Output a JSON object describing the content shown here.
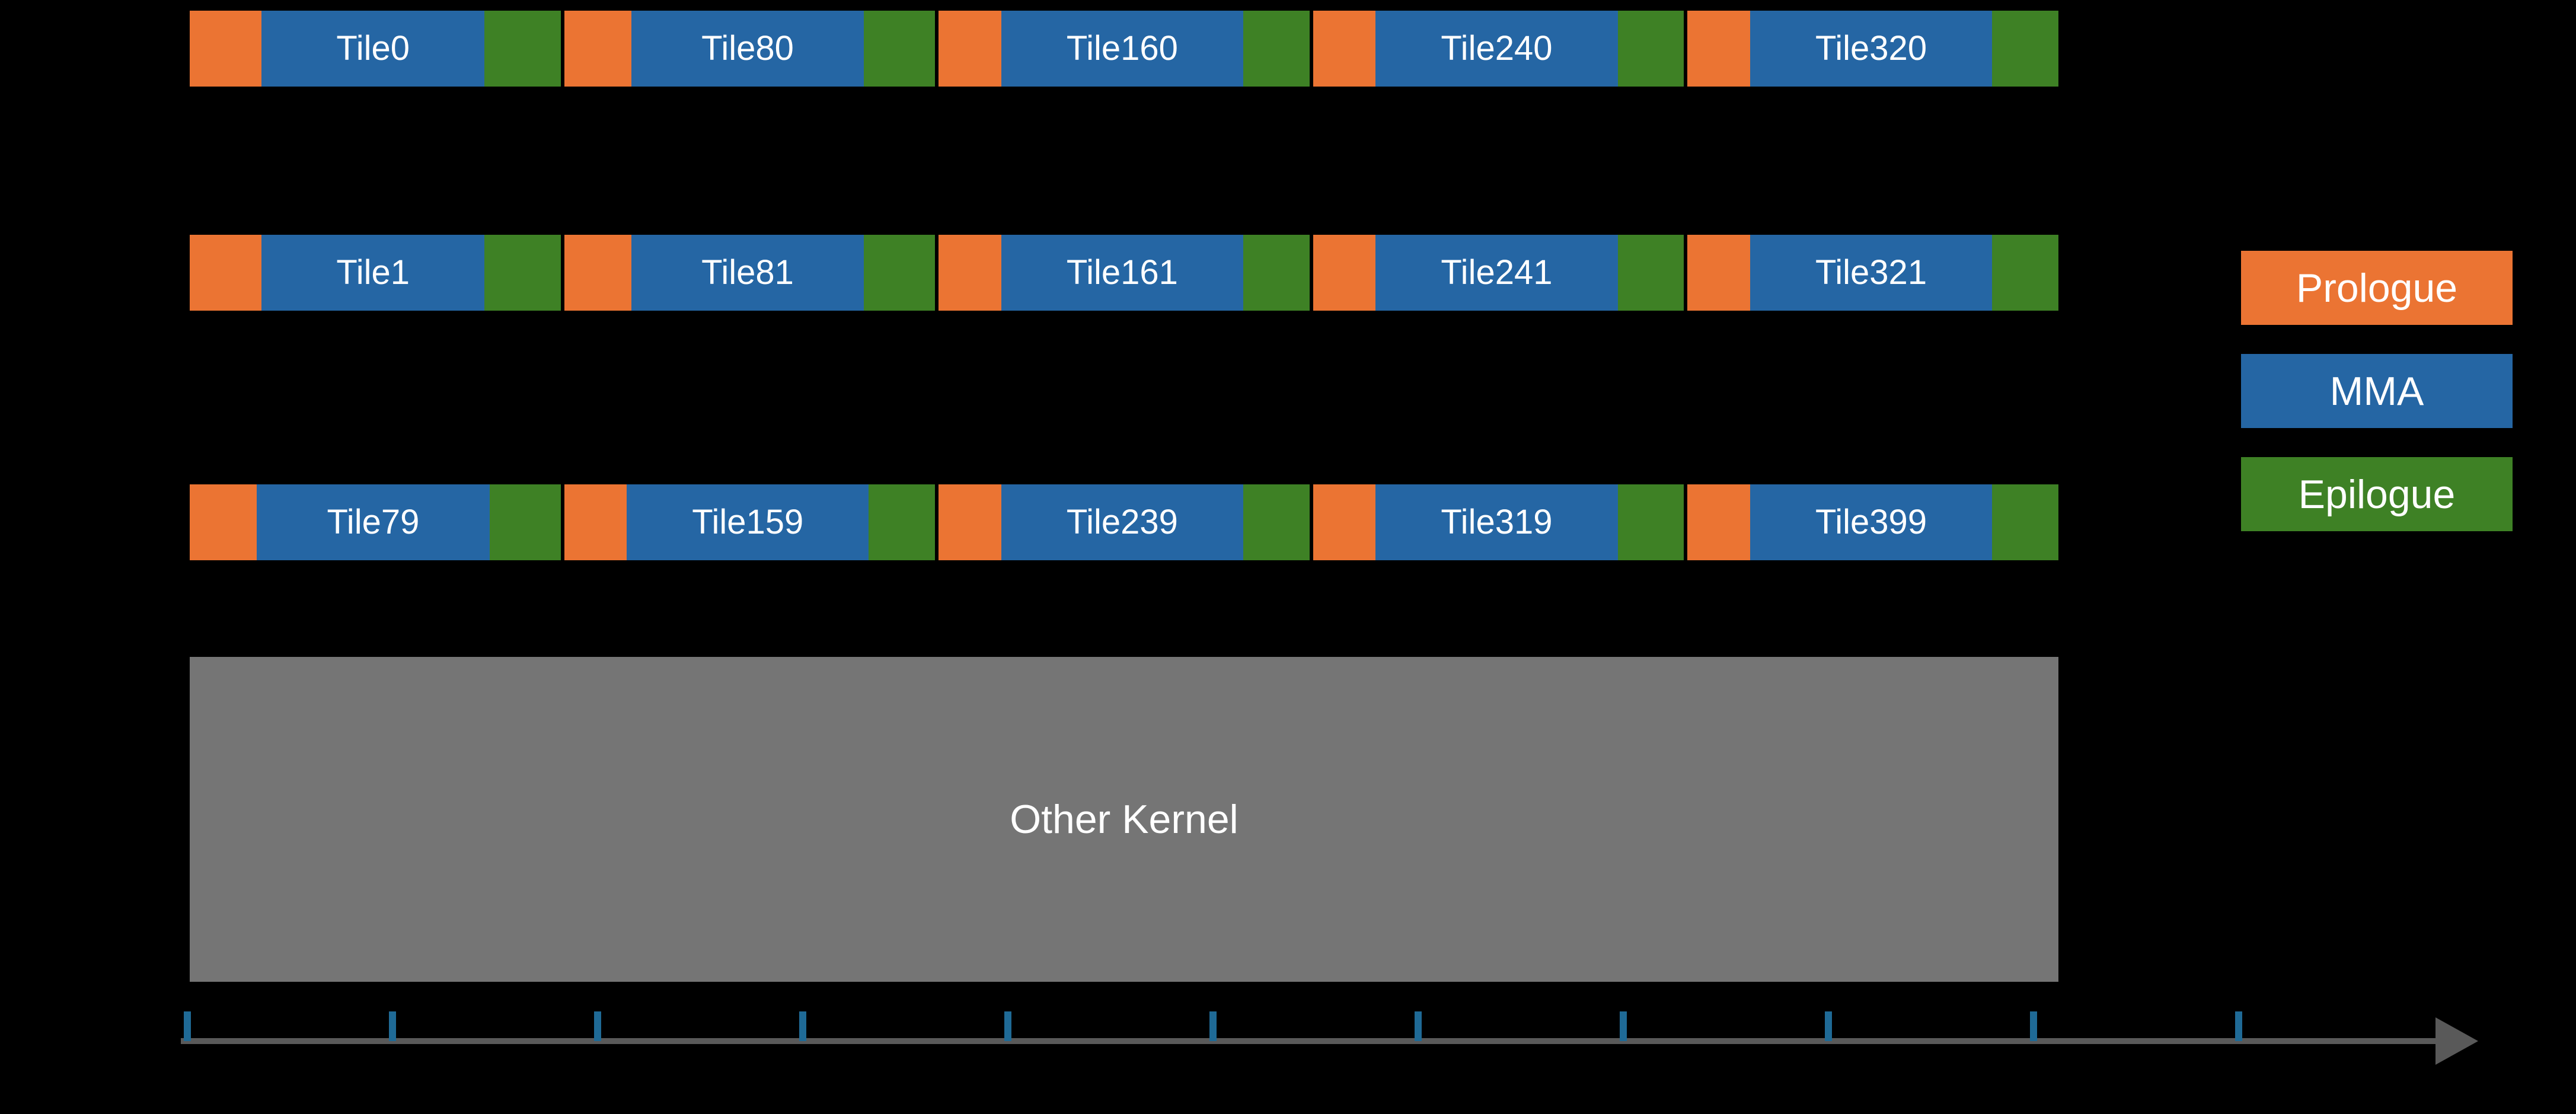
{
  "diagram": {
    "description": "GPU persistent-kernel execution timeline: three SM rows each run 5 tile groups (Prologue, MMA, Epilogue), followed by another kernel occupying all SMs, over a time axis"
  },
  "rows": [
    {
      "tiles": [
        "Tile0",
        "Tile80",
        "Tile160",
        "Tile240",
        "Tile320"
      ]
    },
    {
      "tiles": [
        "Tile1",
        "Tile81",
        "Tile161",
        "Tile241",
        "Tile321"
      ]
    },
    {
      "tiles": [
        "Tile79",
        "Tile159",
        "Tile239",
        "Tile319",
        "Tile399"
      ]
    }
  ],
  "segment_order": [
    "prologue",
    "mma",
    "epilogue"
  ],
  "segment_ratios": {
    "prologue": 152,
    "mma": 317,
    "epilogue": 161
  },
  "other_kernel": {
    "label": "Other Kernel"
  },
  "legend": {
    "items": [
      {
        "key": "prologue",
        "label": "Prologue",
        "color": "#EB7433"
      },
      {
        "key": "mma",
        "label": "MMA",
        "color": "#2566A4"
      },
      {
        "key": "epilogue",
        "label": "Epilogue",
        "color": "#3E8125"
      }
    ]
  },
  "axis": {
    "tick_count": 11
  },
  "colors": {
    "background": "#000000",
    "prologue": "#EB7433",
    "mma": "#2566A4",
    "epilogue": "#3E8125",
    "other_kernel": "#757575",
    "axis_line": "#595959",
    "axis_tick": "#1F6A96",
    "label_text": "#FFFFFF"
  }
}
